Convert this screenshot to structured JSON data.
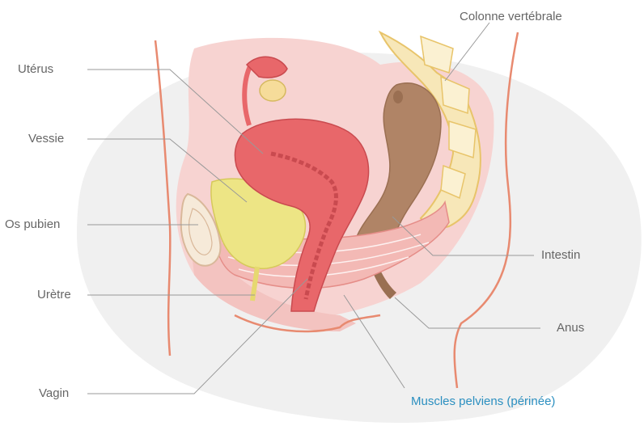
{
  "labels": {
    "uterus": "Utérus",
    "vessie": "Vessie",
    "os_pubien": "Os pubien",
    "uretre": "Urètre",
    "vagin": "Vagin",
    "colonne": "Colonne vertébrale",
    "intestin": "Intestin",
    "anus": "Anus",
    "muscles": "Muscles pelviens (périnée)"
  },
  "colors": {
    "background_blob": "#f0f0f0",
    "tissue": "#f7d3d1",
    "uterus": "#e8676a",
    "uterus_dark": "#c94a4f",
    "bladder": "#ede585",
    "bone": "#f6ead9",
    "spine": "#f7e7b8",
    "intestine": "#b08466",
    "muscle": "#f3b9b5",
    "body_outline": "#e88a70",
    "leader_line": "#999999",
    "accent": "#2b8fc0"
  }
}
